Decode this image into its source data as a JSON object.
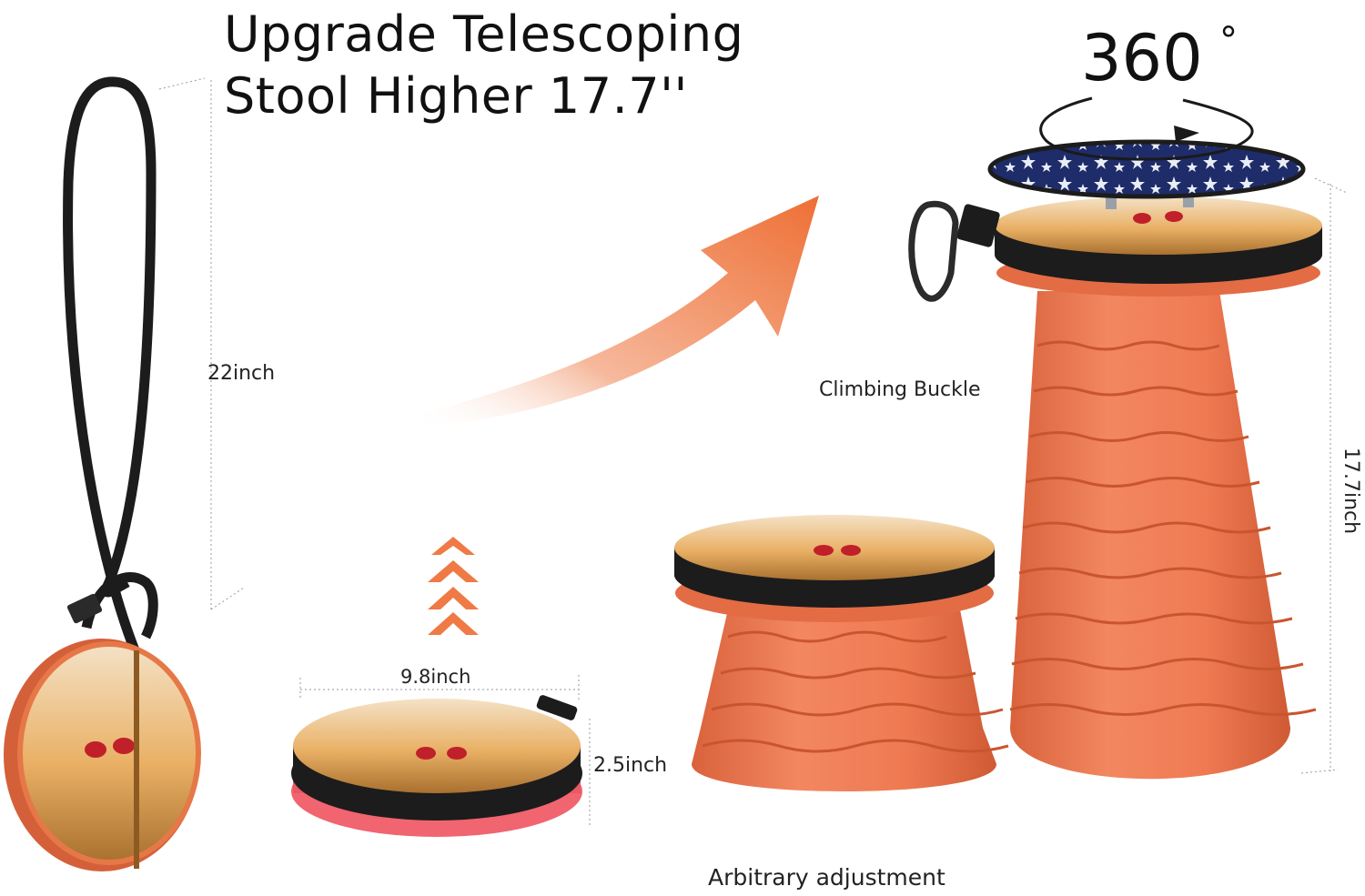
{
  "headline": {
    "line1": "Upgrade Telescoping",
    "line2": "Stool Higher 17.7''"
  },
  "rotation": {
    "text": "360",
    "degree": "°"
  },
  "dimensions": {
    "folded_length": "22inch",
    "diameter": "9.8inch",
    "folded_height": "2.5inch",
    "extended_height": "17.7inch"
  },
  "callouts": {
    "climbing_buckle": "Climbing Buckle",
    "arbitrary_adjustment": "Arbitrary adjustment"
  },
  "colors": {
    "stool_orange": "#ee7a4e",
    "stool_dark": "#d4603a",
    "strap_black": "#1c1c1c",
    "cushion_navy": "#1f2c6a",
    "arrow_orange": "#ef7a45"
  }
}
